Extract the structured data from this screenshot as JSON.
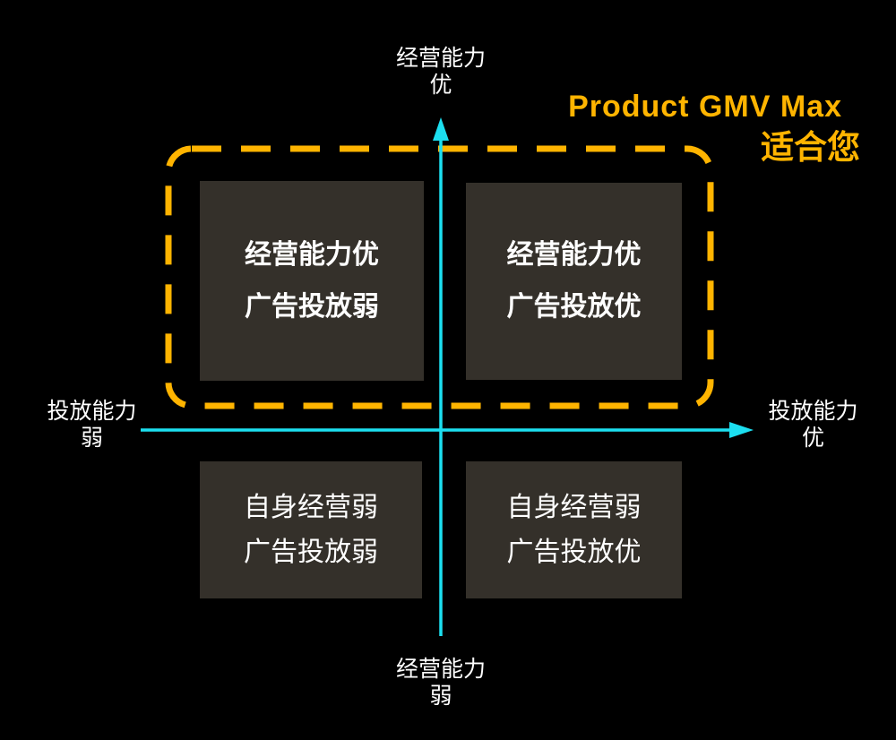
{
  "title": {
    "line1": "Product GMV Max",
    "line2": "适合您"
  },
  "axes": {
    "top": {
      "line1": "经营能力",
      "line2": "优"
    },
    "bottom": {
      "line1": "经营能力",
      "line2": "弱"
    },
    "left": {
      "line1": "投放能力",
      "line2": "弱"
    },
    "right": {
      "line1": "投放能力",
      "line2": "优"
    }
  },
  "quadrants": {
    "top_left": {
      "line1": "经营能力优",
      "line2": "广告投放弱"
    },
    "top_right": {
      "line1": "经营能力优",
      "line2": "广告投放优"
    },
    "bottom_left": {
      "line1": "自身经营弱",
      "line2": "广告投放弱"
    },
    "bottom_right": {
      "line1": "自身经营弱",
      "line2": "广告投放优"
    }
  },
  "colors": {
    "background": "#000000",
    "axis": "#1CDFF0",
    "highlight": "#FFB400",
    "box_background": "#34302A",
    "box_text": "#FFFFFF"
  }
}
